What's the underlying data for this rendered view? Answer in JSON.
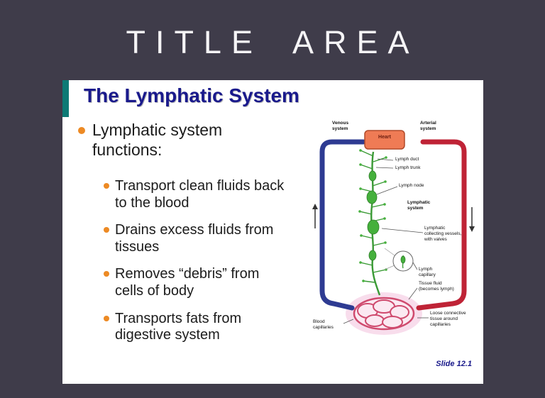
{
  "template": {
    "title_area": "TITLE AREA"
  },
  "slide": {
    "title": "The Lymphatic System",
    "main_bullet": "Lymphatic system functions:",
    "sub_bullets": [
      "Transport clean fluids back to the blood",
      "Drains excess fluids from tissues",
      "Removes “debris” from cells of body",
      "Transports fats from digestive system"
    ],
    "slide_number": "Slide 12.1"
  },
  "diagram": {
    "labels": {
      "venous_system": "Venous system",
      "arterial_system": "Arterial system",
      "heart": "Heart",
      "lymph_duct": "Lymph duct",
      "lymph_trunk": "Lymph trunk",
      "lymph_node": "Lymph node",
      "lymphatic_system": "Lymphatic system",
      "collecting_vessels": "Lymphatic collecting vessels, with valves",
      "lymph_capillary": "Lymph capillary",
      "tissue_fluid": "Tissue fluid (becomes lymph)",
      "loose_connective": "Loose connective tissue around capillaries",
      "blood_capillaries": "Blood capillaries"
    }
  },
  "colors": {
    "background": "#3f3c4a",
    "accent_teal": "#0d7a75",
    "bullet_orange": "#ed8a24",
    "title_navy": "#1a1a8c",
    "venous_blue": "#2e3b92",
    "arterial_red": "#bf2336",
    "lymph_green": "#3aa035",
    "heart_orange": "#ef7b55"
  }
}
